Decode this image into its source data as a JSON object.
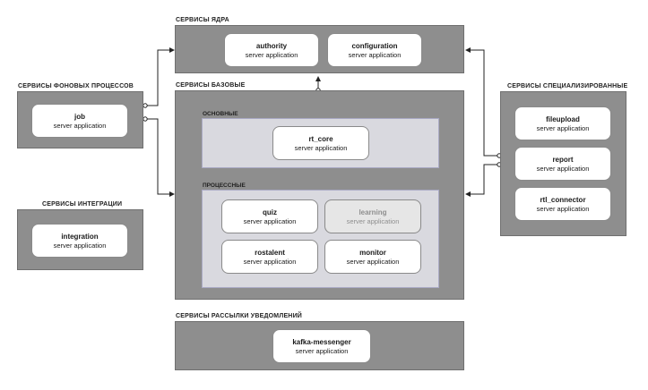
{
  "groups": {
    "core": {
      "title": "СЕРВИСЫ ЯДРА"
    },
    "background": {
      "title": "СЕРВИСЫ ФОНОВЫХ ПРОЦЕССОВ"
    },
    "base": {
      "title": "СЕРВИСЫ БАЗОВЫЕ"
    },
    "specialized": {
      "title": "СЕРВИСЫ СПЕЦИАЛИЗИРОВАННЫЕ"
    },
    "integration": {
      "title": "СЕРВИСЫ ИНТЕГРАЦИИ"
    },
    "notifications": {
      "title": "СЕРВИСЫ РАССЫЛКИ УВЕДОМЛЕНИЙ"
    }
  },
  "subgroups": {
    "main": {
      "title": "ОСНОВНЫЕ"
    },
    "process": {
      "title": "ПРОЦЕССНЫЕ"
    }
  },
  "nodes": {
    "authority": {
      "name": "authority",
      "type": "server application"
    },
    "configuration": {
      "name": "configuration",
      "type": "server application"
    },
    "job": {
      "name": "job",
      "type": "server application"
    },
    "rt_core": {
      "name": "rt_core",
      "type": "server application"
    },
    "quiz": {
      "name": "quiz",
      "type": "server application"
    },
    "learning": {
      "name": "learning",
      "type": "server application"
    },
    "rostalent": {
      "name": "rostalent",
      "type": "server application"
    },
    "monitor": {
      "name": "monitor",
      "type": "server application"
    },
    "fileupload": {
      "name": "fileupload",
      "type": "server application"
    },
    "report": {
      "name": "report",
      "type": "server application"
    },
    "rtl_connector": {
      "name": "rtl_connector",
      "type": "server application"
    },
    "integration": {
      "name": "integration",
      "type": "server application"
    },
    "kafka_messenger": {
      "name": "kafka-messenger",
      "type": "server application"
    }
  },
  "colors": {
    "group_fill": "#8e8e8e",
    "subgroup_fill": "#d9d9df",
    "node_fill": "#ffffff",
    "disabled_node_fill": "#e6e6e6",
    "connector": "#222222"
  }
}
